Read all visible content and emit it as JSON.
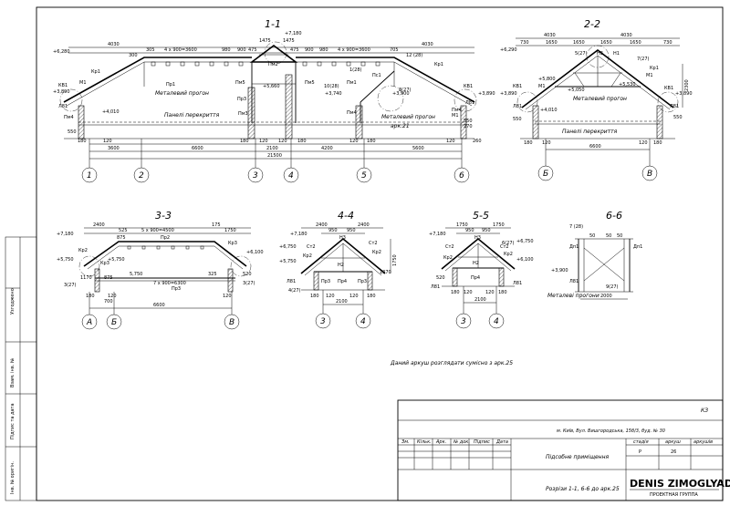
{
  "sections": {
    "s11": {
      "title": "1-1",
      "elev": [
        "+6,280",
        "+3,890",
        "+4,010",
        "+7,180",
        "+5,660",
        "+3,740",
        "+3,900",
        "+3,890"
      ],
      "dims_top": [
        "4030",
        "300",
        "305",
        "4 x 900=3600",
        "980",
        "900",
        "475",
        "1475",
        "1475",
        "475",
        "900",
        "980",
        "4 x 900=3600",
        "705",
        "12 (28)",
        "4030"
      ],
      "dims_bot1": [
        "180",
        "120",
        "180",
        "120",
        "120",
        "180",
        "120",
        "180",
        "120",
        "260"
      ],
      "dims_bot2": [
        "3600",
        "6600",
        "2100",
        "4200",
        "5600"
      ],
      "total": "21500",
      "labels": [
        "Кр1",
        "Пр1",
        "Пм5",
        "Пм5",
        "Пм1",
        "Кр1",
        "М1",
        "Пр3",
        "Пм3",
        "Пм4",
        "Пм4",
        "Пм4",
        "Пм2",
        "М1",
        "Пс1",
        "КВ1",
        "КВ1",
        "Л81",
        "Л81",
        "1(28)",
        "8(27)",
        "10(28)",
        "550",
        "550",
        "270"
      ],
      "beam": "Металевий прогон",
      "beam2": "Металевий прогон",
      "sheet_ref": "арк.21",
      "panels": "Панелі перекриття",
      "axes": [
        "1",
        "2",
        "3",
        "4",
        "5",
        "6"
      ]
    },
    "s22": {
      "title": "2-2",
      "dims_top": [
        "4030",
        "4030",
        "730",
        "1650",
        "1650",
        "1650",
        "1650",
        "730"
      ],
      "elev": [
        "+6,290",
        "+3,890",
        "+5,800",
        "+5,050",
        "+4,010",
        "+5,530",
        "+3,890"
      ],
      "labels": [
        "5(27)",
        "Н3",
        "Н1",
        "7(27)",
        "М1",
        "М1",
        "Кр1",
        "Л81",
        "Л81",
        "КВ1",
        "КВ1",
        "550",
        "550",
        "180",
        "180",
        "120",
        "120"
      ],
      "beam": "Металевий прогон",
      "panels": "Панелі перекриття",
      "dim_bot": "6600",
      "side_dim": "2300",
      "axes": [
        "Б",
        "В"
      ]
    },
    "s33": {
      "title": "3-3",
      "elev": [
        "+7,180",
        "+5,750",
        "+6,100"
      ],
      "dims_top": [
        "2400",
        "525",
        "5 x 900=4500",
        "175",
        "1750",
        "875"
      ],
      "labels": [
        "Кр2",
        "Пр2",
        "Кр3",
        "Кр3",
        "Пр3",
        "3(27)",
        "3(27)",
        "1170",
        "875",
        "325",
        "520",
        "120",
        "700",
        "180",
        "120",
        "5,750",
        "+5,750"
      ],
      "inner_dim": "7 x 900=6300",
      "dim_bot": "6600",
      "axes": [
        "А",
        "Б",
        "В"
      ]
    },
    "s44": {
      "title": "4-4",
      "dims_top": [
        "2400",
        "2400",
        "950",
        "950"
      ],
      "elev": [
        "+7,180",
        "+6,750",
        "+5,750"
      ],
      "labels": [
        "Ст2",
        "Н3",
        "Ст2",
        "Кр2",
        "Кр2",
        "Н2",
        "Л81",
        "Пр3",
        "Пр4",
        "Пр3",
        "4(27)",
        "180",
        "120",
        "120",
        "180",
        "1750",
        "1370"
      ],
      "dim_bot": "2100",
      "axes": [
        "3",
        "4"
      ]
    },
    "s55": {
      "title": "5-5",
      "dims_top": [
        "1750",
        "950",
        "950",
        "1750"
      ],
      "elev": [
        "+7,180",
        "+6,750",
        "+6,100"
      ],
      "labels": [
        "Ст2",
        "Н3",
        "Ст2",
        "Кр2",
        "Кр2",
        "Н2",
        "Л81",
        "Л81",
        "Пр4",
        "6(27)",
        "520",
        "180",
        "120",
        "120",
        "180"
      ],
      "dim_bot": "2100",
      "axes": [
        "3",
        "4"
      ]
    },
    "s66": {
      "title": "6-6",
      "labels": [
        "7 (28)",
        "50",
        "50",
        "50",
        "Дп1",
        "Дп1",
        "Л81",
        "9(27)"
      ],
      "elev": [
        "+3,900"
      ],
      "beam": "Металеві прогони",
      "dim_bot": "2000"
    }
  },
  "note": "Даний аркуш розглядати сумісно з арк.25",
  "side_stamp": [
    "Узгоджено",
    "Взам. інв. №",
    "Підпис та дата",
    "Інв. № оригін."
  ],
  "title_block": {
    "code": "КЗ",
    "address": "м. Київ, Вул. Вишгородська, 15б/3, буд. № 30",
    "headers": [
      "Зм.",
      "Кільк.",
      "Арк.",
      "№ док.",
      "Підпис",
      "Дата"
    ],
    "object": "Підсобне приміщення",
    "stage_headers": [
      "стадія",
      "аркуш",
      "аркушів"
    ],
    "stage_values": [
      "Р",
      "26",
      ""
    ],
    "sheet_title": "Розрізи 1-1, 6-6 до арк.25",
    "brand": "DENIS ZIMOGLYAD",
    "brand_sub": "ПРОЕКТНАЯ ГРУППА"
  }
}
